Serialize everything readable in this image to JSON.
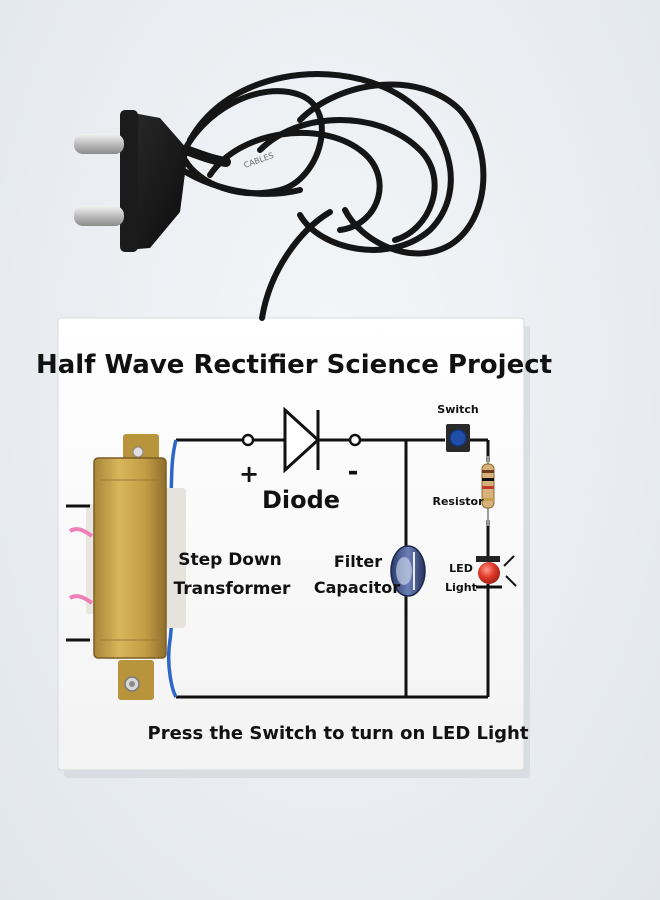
{
  "board": {
    "title": "Half Wave Rectifier Science Project",
    "footer": "Press the Switch to turn on LED Light",
    "labels": {
      "diode": "Diode",
      "plus": "+",
      "minus": "-",
      "transformer_line1": "Step Down",
      "transformer_line2": "Transformer",
      "capacitor_line1": "Filter",
      "capacitor_line2": "Capacitor",
      "switch": "Switch",
      "resistor": "Resistor",
      "led_line1": "LED",
      "led_line2": "Light"
    }
  },
  "cable": {
    "print": "CABLES"
  },
  "colors": {
    "board": "#ffffff",
    "wire": "#111111",
    "transformer_core": "#c9a646",
    "cable": "#151515",
    "led": "#e23a2a",
    "switch_button": "#1f4fa8",
    "capacitor": "#3a4f86",
    "transformer_wire": "#2c66c9"
  }
}
